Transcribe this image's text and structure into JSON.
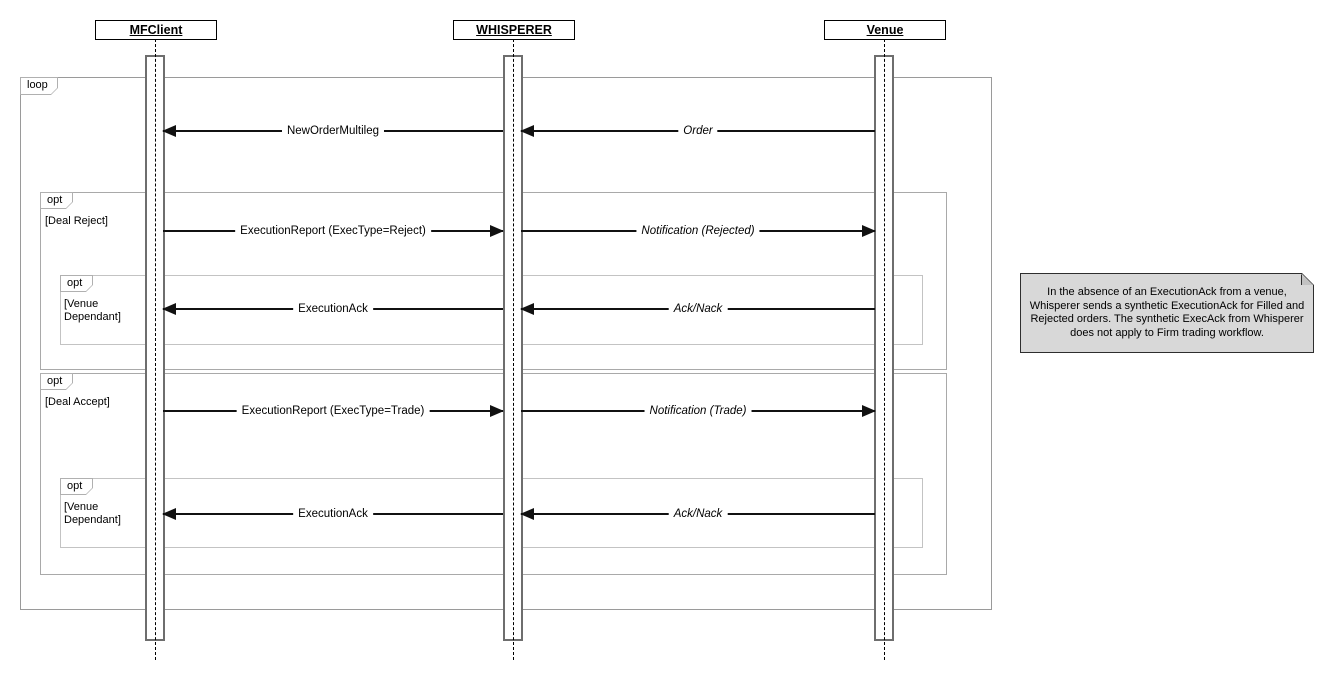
{
  "actors": [
    {
      "label": "MFClient"
    },
    {
      "label": "WHISPERER"
    },
    {
      "label": "Venue"
    }
  ],
  "fragments": {
    "loop": {
      "operator": "loop",
      "guard": ""
    },
    "deal_reject": {
      "operator": "opt",
      "guard": "[Deal Reject]"
    },
    "venue_dependant_1": {
      "operator": "opt",
      "guard": "[Venue Dependant]"
    },
    "deal_accept": {
      "operator": "opt",
      "guard": "[Deal Accept]"
    },
    "venue_dependant_2": {
      "operator": "opt",
      "guard": "[Venue Dependant]"
    }
  },
  "messages": [
    {
      "label": "NewOrderMultileg",
      "from": "WHISPERER",
      "to": "MFClient"
    },
    {
      "label": "Order",
      "from": "Venue",
      "to": "WHISPERER"
    },
    {
      "label": "ExecutionReport (ExecType=Reject)",
      "from": "MFClient",
      "to": "WHISPERER"
    },
    {
      "label": "Notification (Rejected)",
      "from": "WHISPERER",
      "to": "Venue"
    },
    {
      "label": "ExecutionAck",
      "from": "WHISPERER",
      "to": "MFClient"
    },
    {
      "label": "Ack/Nack",
      "from": "Venue",
      "to": "WHISPERER"
    },
    {
      "label": "ExecutionReport (ExecType=Trade)",
      "from": "MFClient",
      "to": "WHISPERER"
    },
    {
      "label": "Notification (Trade)",
      "from": "WHISPERER",
      "to": "Venue"
    },
    {
      "label": "ExecutionAck",
      "from": "WHISPERER",
      "to": "MFClient"
    },
    {
      "label": "Ack/Nack",
      "from": "Venue",
      "to": "WHISPERER"
    }
  ],
  "note": {
    "text": "In the absence of an ExecutionAck from a venue, Whisperer sends a synthetic ExecutionAck for Filled and Rejected orders. The synthetic ExecAck from Whisperer does not apply to Firm trading workflow.",
    "fill": "#d8d8d8"
  }
}
